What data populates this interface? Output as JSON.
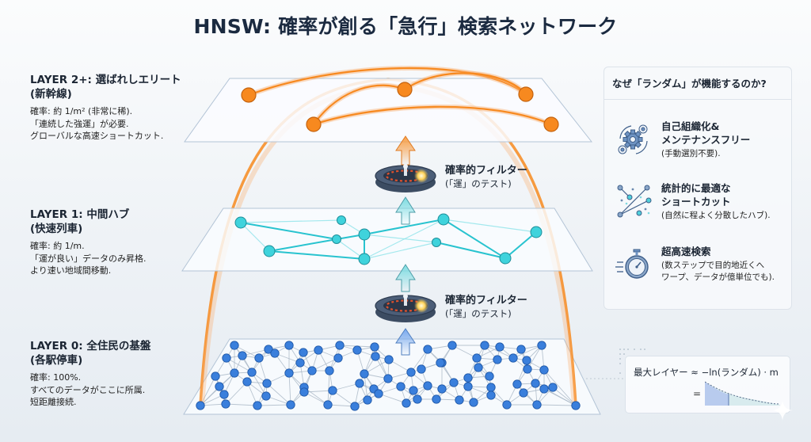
{
  "title": "HNSW: 確率が創る「急行」検索ネットワーク",
  "layers": [
    {
      "heading": "LAYER 2+: 選ばれしエリート",
      "subheading": "(新幹線)",
      "lines": [
        "確率: 約 1/m² (非常に稀).",
        "「連続した強運」が必要.",
        "グローバルな高速ショートカット."
      ],
      "node_color": "#f7891f"
    },
    {
      "heading": "LAYER 1: 中間ハブ",
      "subheading": "(快速列車)",
      "lines": [
        "確率: 約 1/m.",
        "「運が良い」データのみ昇格.",
        "より速い地域間移動."
      ],
      "node_color": "#3fd3dc"
    },
    {
      "heading": "LAYER 0: 全住民の基盤",
      "subheading": "(各駅停車)",
      "lines": [
        "確率: 100%.",
        "すべてのデータがここに所属.",
        "短距離接続."
      ],
      "node_color": "#3a7fdc"
    }
  ],
  "filters": [
    {
      "title": "確率的フィルター",
      "subtitle": "(「運」のテスト)"
    },
    {
      "title": "確率的フィルター",
      "subtitle": "(「運」のテスト)"
    }
  ],
  "panel": {
    "heading": "なぜ「ランダム」が機能するのか?",
    "features": [
      {
        "icon": "gears-cycle-icon",
        "title_lines": [
          "自己組織化&",
          "メンテナンスフリー"
        ],
        "sub_lines": [
          "(手動選別不要)."
        ]
      },
      {
        "icon": "network-shortcut-icon",
        "title_lines": [
          "統計的に最適な",
          "ショートカット"
        ],
        "sub_lines": [
          "(自然に程よく分散したハブ)."
        ]
      },
      {
        "icon": "stopwatch-icon",
        "title_lines": [
          "超高速検索"
        ],
        "sub_lines": [
          "(数ステップで目的地近くへ",
          "ワープ、データが億単位でも)."
        ]
      }
    ]
  },
  "formula": {
    "text": "最大レイヤー ≈ −ln(ランダム) · m",
    "equals": "="
  },
  "colors": {
    "orange": "#f7891f",
    "cyan": "#3fd3dc",
    "blue": "#3a7fdc",
    "dark": "#1b2a40"
  }
}
